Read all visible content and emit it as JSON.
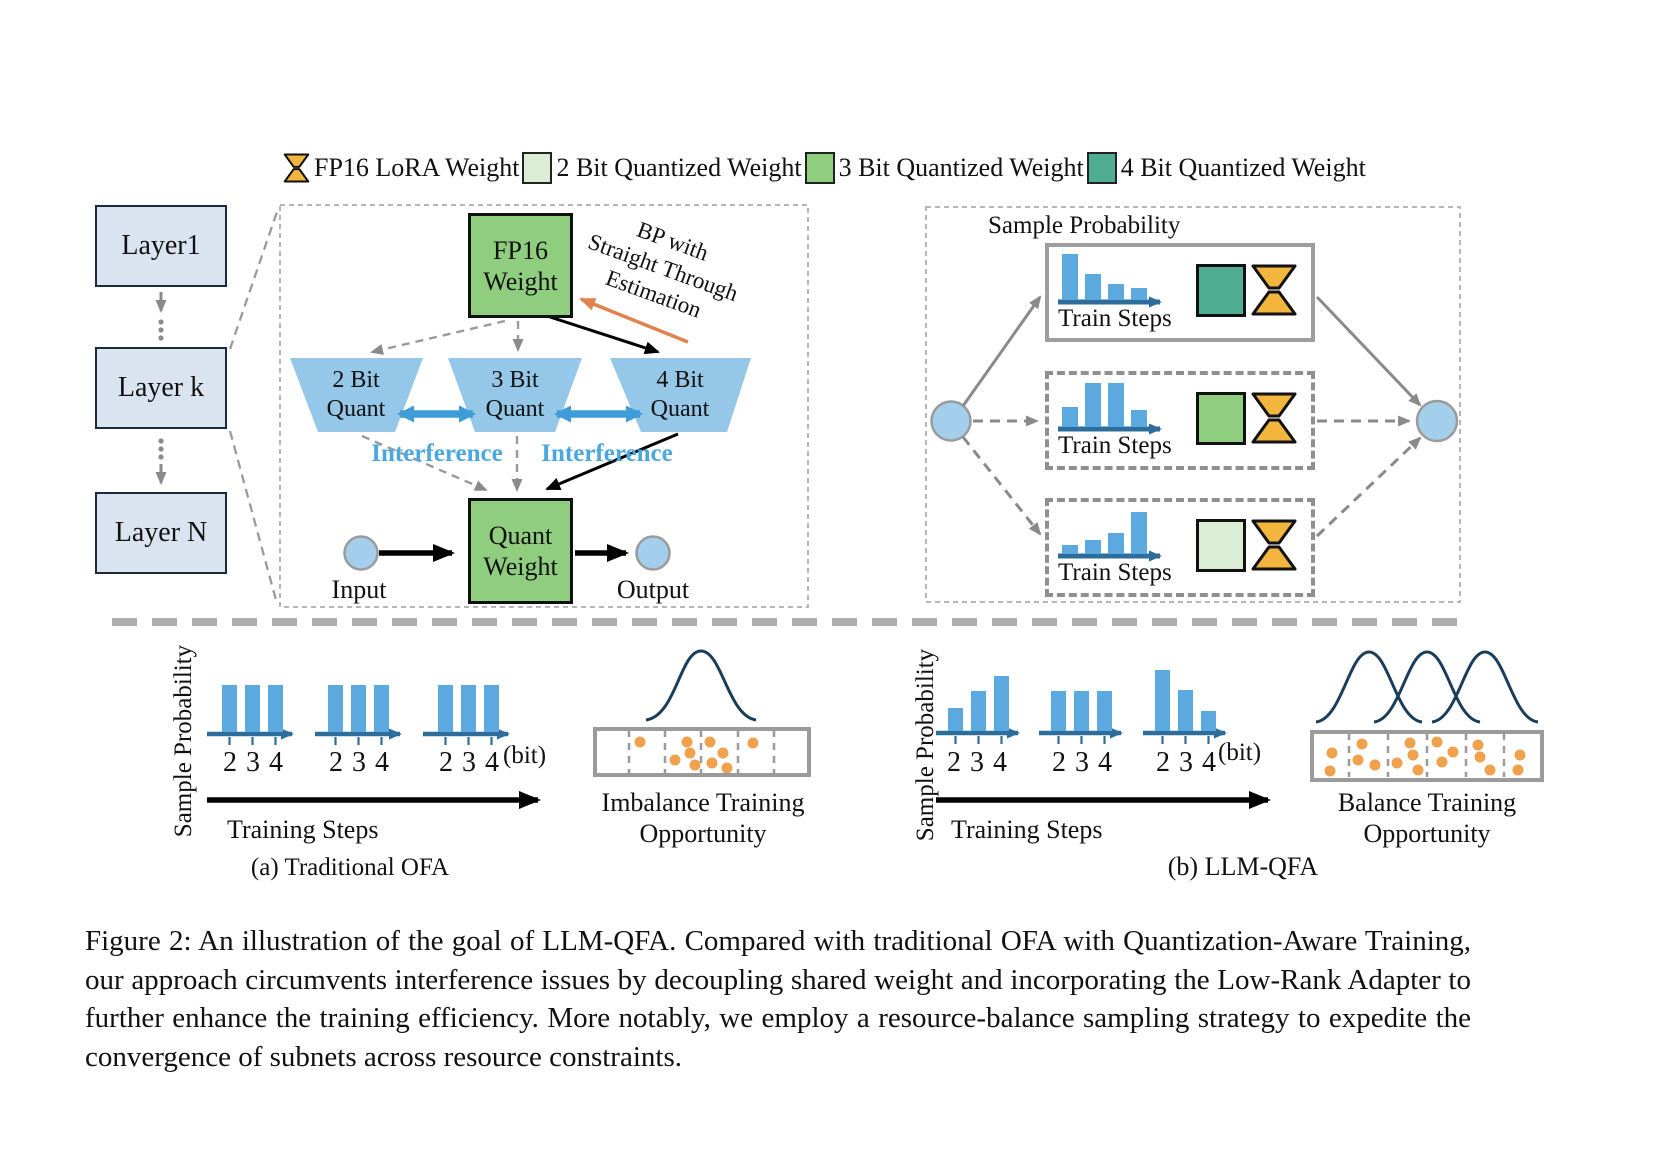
{
  "figure": {
    "legend": {
      "items": [
        {
          "icon": "lora-hourglass-icon",
          "label": "FP16 LoRA Weight",
          "color": "#F2B53D"
        },
        {
          "icon": "color-swatch",
          "label": "2 Bit Quantized Weight",
          "color": "#DCEDD6"
        },
        {
          "icon": "color-swatch",
          "label": "3 Bit Quantized Weight",
          "color": "#8FCE7E"
        },
        {
          "icon": "color-swatch",
          "label": "4 Bit Quantized Weight",
          "color": "#4FAE91"
        }
      ]
    },
    "layer_stack": {
      "layers": [
        "Layer1",
        "Layer k",
        "Layer N"
      ]
    },
    "weight_panel": {
      "fp16_box": "FP16\nWeight",
      "bp_note": "BP with\nStraight Through\nEstimation",
      "quantizers": [
        "2 Bit\nQuant",
        "3 Bit\nQuant",
        "4 Bit\nQuant"
      ],
      "interference_left": "Interference",
      "interference_right": "Interference",
      "quant_weight_box": "Quant\nWeight",
      "input_label": "Input",
      "output_label": "Output"
    },
    "sampling_panel": {
      "title": "Sample Probability",
      "branches": [
        {
          "axis_label": "Train Steps",
          "probability_bars": [
            46,
            26,
            16,
            12
          ],
          "adapter_color": "#4FAE91"
        },
        {
          "axis_label": "Train Steps",
          "probability_bars": [
            20,
            44,
            44,
            17
          ],
          "adapter_color": "#8FCE7E"
        },
        {
          "axis_label": "Train Steps",
          "probability_bars": [
            9,
            14,
            21,
            42
          ],
          "adapter_color": "#DCEDD6"
        }
      ]
    },
    "section_a": {
      "y_axis_label": "Sample Probability",
      "charts": [
        {
          "bars": [
            47,
            47,
            47
          ]
        },
        {
          "bars": [
            47,
            47,
            47
          ]
        },
        {
          "bars": [
            47,
            47,
            47
          ]
        }
      ],
      "bit_ticks": "2 3 4",
      "unit_label": "(bit)",
      "x_axis_label": "Training Steps",
      "result_label": "Imbalance Training\nOpportunity",
      "caption": "(a) Traditional OFA"
    },
    "section_b": {
      "y_axis_label": "Sample Probability",
      "charts": [
        {
          "bars": [
            23,
            40,
            55
          ]
        },
        {
          "bars": [
            40,
            40,
            40
          ]
        },
        {
          "bars": [
            61,
            41,
            20
          ]
        }
      ],
      "bit_ticks": "2 3 4",
      "unit_label": "(bit)",
      "x_axis_label": "Training Steps",
      "result_label": "Balance Training\nOpportunity",
      "caption": "(b) LLM-QFA"
    },
    "caption": "Figure 2: An illustration of the goal of LLM-QFA. Compared with traditional OFA with Quantization-Aware Training, our approach circumvents interference issues by decoupling shared weight and incorporating the Low-Rank Adapter to further enhance the training efficiency. More notably, we employ a resource-balance sampling strategy to expedite the convergence of subnets across resource constraints."
  },
  "colors": {
    "bar_blue": "#5BA9DE",
    "axis_blue": "#2D6D9C",
    "trapezoid_blue": "#95C7E8",
    "interference_blue": "#4BA7DF",
    "dot_orange": "#EFA14D",
    "lora_orange": "#F2B53D",
    "quant_2bit": "#DCEDD6",
    "quant_3bit": "#8FCE7E",
    "quant_4bit": "#4FAE91",
    "node_blue": "#A3CFEC",
    "curve_navy": "#1C3D5A"
  }
}
